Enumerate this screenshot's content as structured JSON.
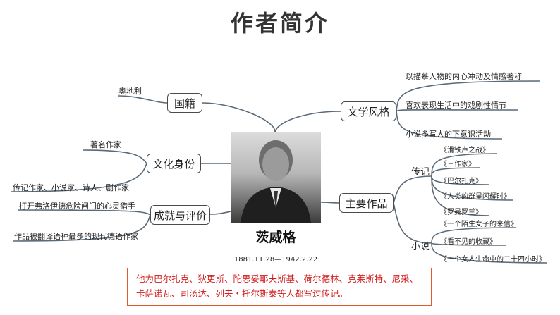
{
  "title": "作者简介",
  "center": {
    "name": "茨威格",
    "dates": "1881.11.28—1942.2.22"
  },
  "left": {
    "nationality": {
      "label": "国籍",
      "items": [
        "奥地利"
      ]
    },
    "identity": {
      "label": "文化身份",
      "items": [
        "著名作家",
        "传记作家、小说家、诗人、剧作家"
      ]
    },
    "achievement": {
      "label": "成就与评价",
      "items": [
        "打开弗洛伊德危险闸门的心灵猎手",
        "作品被翻译语种最多的现代德语作家"
      ]
    }
  },
  "right": {
    "style": {
      "label": "文学风格",
      "items": [
        "以描摹人物的内心冲动及情感著称",
        "喜欢表现生活中的戏剧性情节",
        "小说多写人的下意识活动"
      ]
    },
    "works": {
      "label": "主要作品",
      "biography": {
        "label": "传记",
        "items": [
          "《滑铁卢之战》",
          "《三作家》",
          "《巴尔扎克》",
          "《人类的群星闪耀时》",
          "《罗曼罗兰》"
        ]
      },
      "novel": {
        "label": "小说",
        "items": [
          "《一个陌生女子的来信》",
          "《看不见的收藏》",
          "《一个女人生命中的二十四小时》"
        ]
      }
    }
  },
  "note": "他为巴尔扎克、狄更斯、陀思妥耶夫斯基、荷尔德林、克莱斯特、尼采、卡萨诺瓦、司汤达、列夫・托尔斯泰等人都写过传记。",
  "colors": {
    "branch": "#5a6a78",
    "box_border": "#4a4a4a",
    "note_text": "#d21c1c",
    "note_border": "#e05a2a"
  }
}
